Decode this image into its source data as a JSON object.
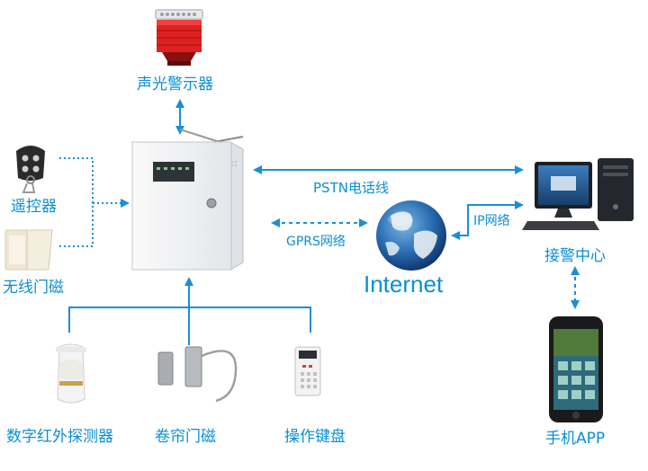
{
  "labels": {
    "siren": "声光警示器",
    "remote": "遥控器",
    "wireless_door": "无线门磁",
    "pstn": "PSTN电话线",
    "gprs": "GPRS网络",
    "internet": "Internet",
    "ip": "IP网络",
    "alarm_center": "接警中心",
    "infrared": "数字红外探测器",
    "shutter_door": "卷帘门磁",
    "keypad": "操作键盘",
    "mobile_app": "手机APP"
  },
  "colors": {
    "accent": "#0a8fd6",
    "line": "#1a8ed8"
  }
}
